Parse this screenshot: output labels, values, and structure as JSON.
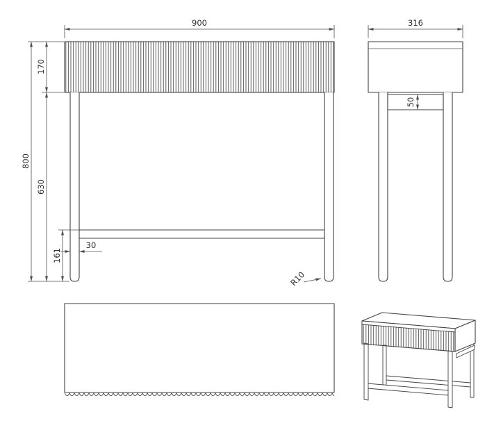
{
  "drawing": {
    "background": "#ffffff",
    "line_color": "#424242",
    "dimension_color": "#4f4f4f",
    "dimensions": {
      "overall_width": "900",
      "overall_depth": "316",
      "top_panel_height": "170",
      "overall_height": "800",
      "leg_section_height": "630",
      "stretcher_clearance": "161",
      "leg_thickness": "30",
      "side_rail_height": "50",
      "leg_corner_radius": "R10"
    }
  }
}
